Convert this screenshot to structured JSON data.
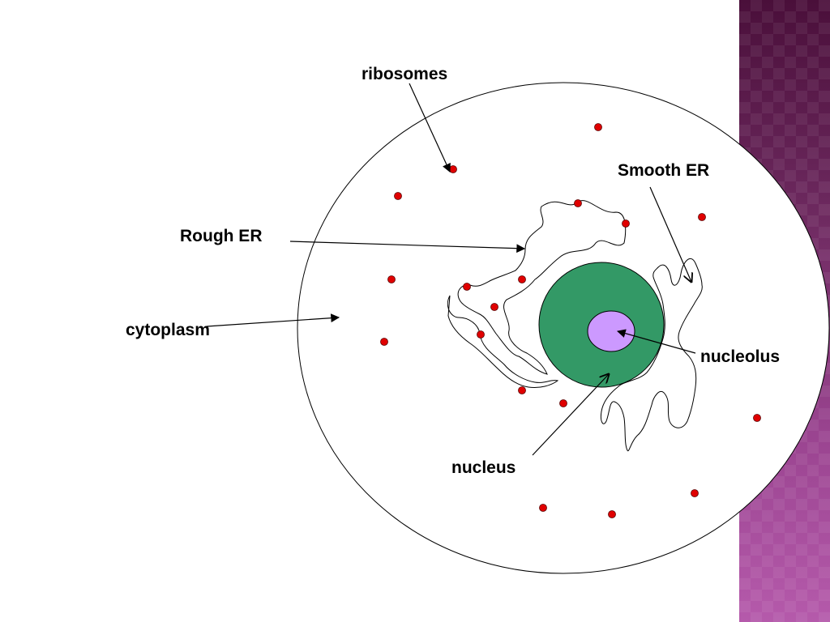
{
  "labels": {
    "ribosomes": "ribosomes",
    "smooth_er": "Smooth ER",
    "rough_er": "Rough ER",
    "cytoplasm": "cytoplasm",
    "nucleolus": "nucleolus",
    "nucleus": "nucleus"
  },
  "colors": {
    "ribosome": "#e00000",
    "nucleus": "#339966",
    "nucleolus": "#cc99ff",
    "sidebar": "#7a2f6e"
  }
}
